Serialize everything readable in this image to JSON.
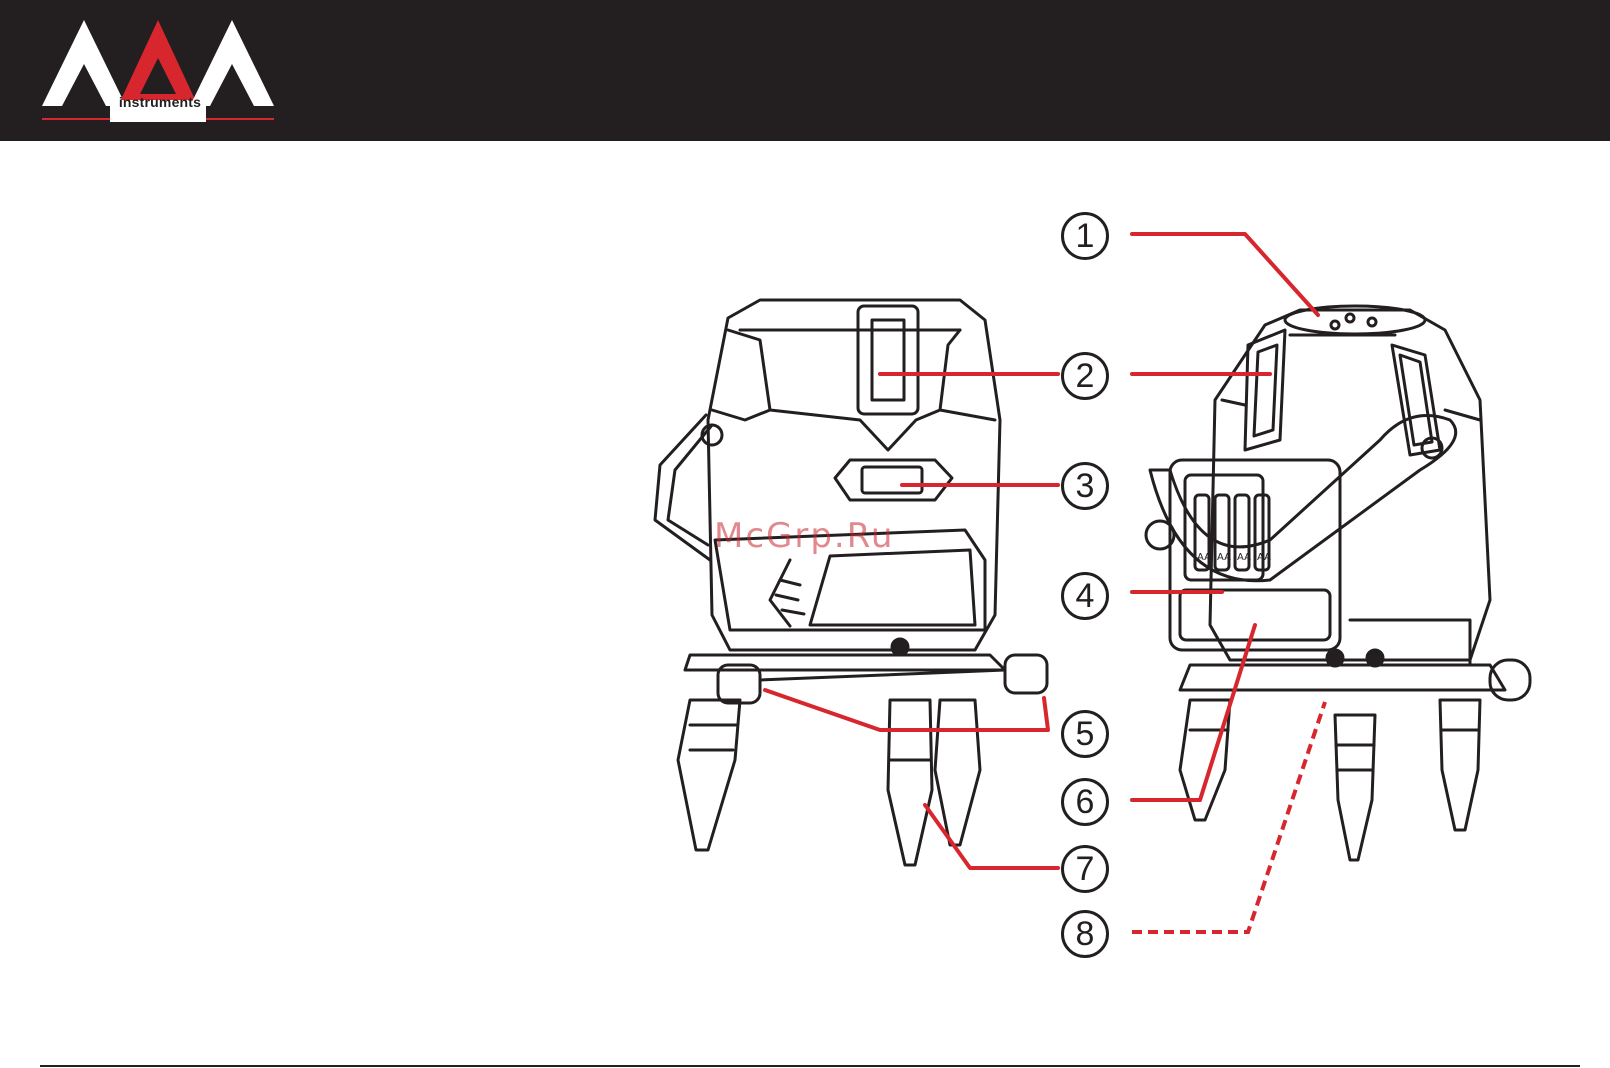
{
  "brand": {
    "logo_text": "ADA",
    "subtitle": "instruments",
    "accent_color": "#d7262d",
    "header_color": "#231f20"
  },
  "watermark": "McGrp.Ru",
  "callouts": [
    {
      "number": "1"
    },
    {
      "number": "2"
    },
    {
      "number": "3"
    },
    {
      "number": "4"
    },
    {
      "number": "5"
    },
    {
      "number": "6"
    },
    {
      "number": "7"
    },
    {
      "number": "8"
    }
  ]
}
